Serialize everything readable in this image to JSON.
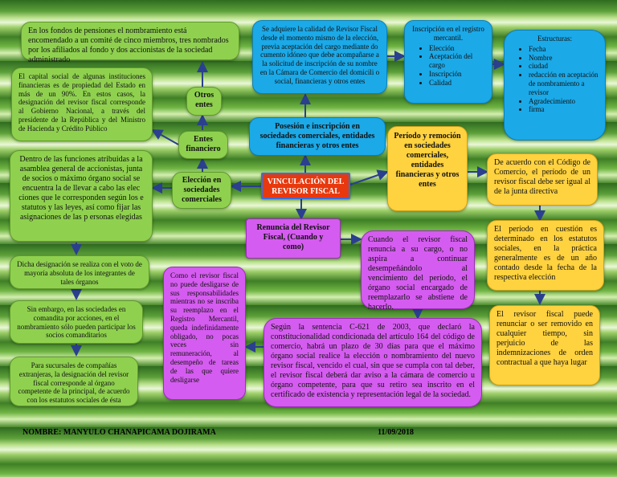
{
  "center": "VINCULACIÓN DEL REVISOR FISCAL",
  "nodes": {
    "elec_comerciales": "Elección en sociedades comerciales",
    "entes_fin": "Entes financiero",
    "otros_entes": "Otros entes",
    "posesion": "Posesión e inscripción en sociedades comerciales, entidades financieras y otros entes",
    "periodo": "Período y remoción en sociedades comerciales, entidades financieras y otros entes",
    "renuncia": "Renuncia del Revisor Fiscal, (Cuando y como)"
  },
  "texts": {
    "pensiones": "En los fondos de pensiones el nombramiento está encomendado a un comité de cinco miembros, tres nombrados por los afiliados al fondo y dos accionistas de la sociedad administrado",
    "capital": "El capital social de algunas instituciones financieras es de propiedad del Estado en más de un 90%. En estos casos, la designación del revisor fiscal corresponde al Gobierno Nacional, a través del presidente de la República y del Ministro de Hacienda y Crédito Público",
    "funciones": "Dentro de las funciones atribuidas a la asamblea general de accionistas, junta de socios o máximo órgano social se encuentra la de llevar a cabo las elec ciones que le corresponden según los e statutos y las leyes, así como fijar las asignaciones de las p ersonas elegidas",
    "designacion": "Dicha designación se realiza con el voto de mayoría absoluta de los integrantes de tales órganos",
    "comandita": "Sin embargo, en las sociedades en comandita por acciones, en el nombramiento sólo pueden participar los socios comanditarios",
    "sucursales": "Para sucursales de compañías extranjeras, la designación del revisor fiscal corresponde al órgano competente de la principal, de acuerdo con los estatutos sociales de ésta",
    "adquiere": "Se adquiere la calidad de Revisor Fiscal desde el momento mismo de la elección, previa aceptación del cargo mediante do cumento idóneo que debe acompañarse a la solicitud de inscripción de su nombre en la Cámara de Comercio del domicili o social, financieras y otros entes",
    "inscripcion_title": "Inscripción en el registro mercantil.",
    "inscripcion_items": [
      "Elección",
      "Aceptación del cargo",
      "Inscripción",
      "Calidad"
    ],
    "estructuras_title": "Estructuras:",
    "estructuras_items": [
      "Fecha",
      "Nombre",
      "ciudad",
      "redacción en aceptación de nombramiento a revisor",
      "Agradecimiento",
      "firma"
    ],
    "codigo": "De acuerdo con el Código de Comercio, el período de un revisor fiscal debe ser igual al de la junta directiva",
    "periodo_cuestion": "El período en cuestión es determinado en los estatutos sociales, en la práctica generalmente es de un año contado desde la fecha de la respectiva elección",
    "renunciar": "El revisor fiscal puede renunciar o ser removido en cualquier tiempo, sin perjuicio de las indemnizaciones de orden contractual a que haya lugar",
    "cuando_renuncia": "Cuando el revisor fiscal renuncia a su cargo, o no aspira a continuar desempeñándolo al vencimiento del período, el órgano social encargado de reemplazarlo se abstiene de hacerlo.",
    "sentencia": "Según la sentencia C-621 de 2003, que declaró la constitucionalidad condicionada del artículo 164 del código de comercio, habrá un plazo de 30 días para que el máximo órgano social realice la elección o nombramiento del nuevo revisor fiscal, vencido el cual, sin que se cumpla con tal deber, el revisor fiscal deberá dar aviso a la cámara de comercio u órgano competente, para que su retiro sea inscrito en el certificado de existencia y representación legal de la sociedad.",
    "como_revisor": "Como el revisor fiscal no puede desligarse de sus responsabilidades mientras no se inscriba su reemplazo en el Registro Mercantil, queda indefinidamente obligado, no pocas veces sin remuneración, al desempeño de tareas de las que quiere desligarse"
  },
  "footer": {
    "name": "NOMBRE: MANYULO CHANAPICAMA DOJIRAMA",
    "date": "11/09/2018"
  },
  "colors": {
    "green": "#8fd14f",
    "blue": "#1ba9e8",
    "yellow": "#ffd23f",
    "purple": "#d55cf0",
    "red": "#e8380d",
    "arrow": "#2b3f8f"
  }
}
